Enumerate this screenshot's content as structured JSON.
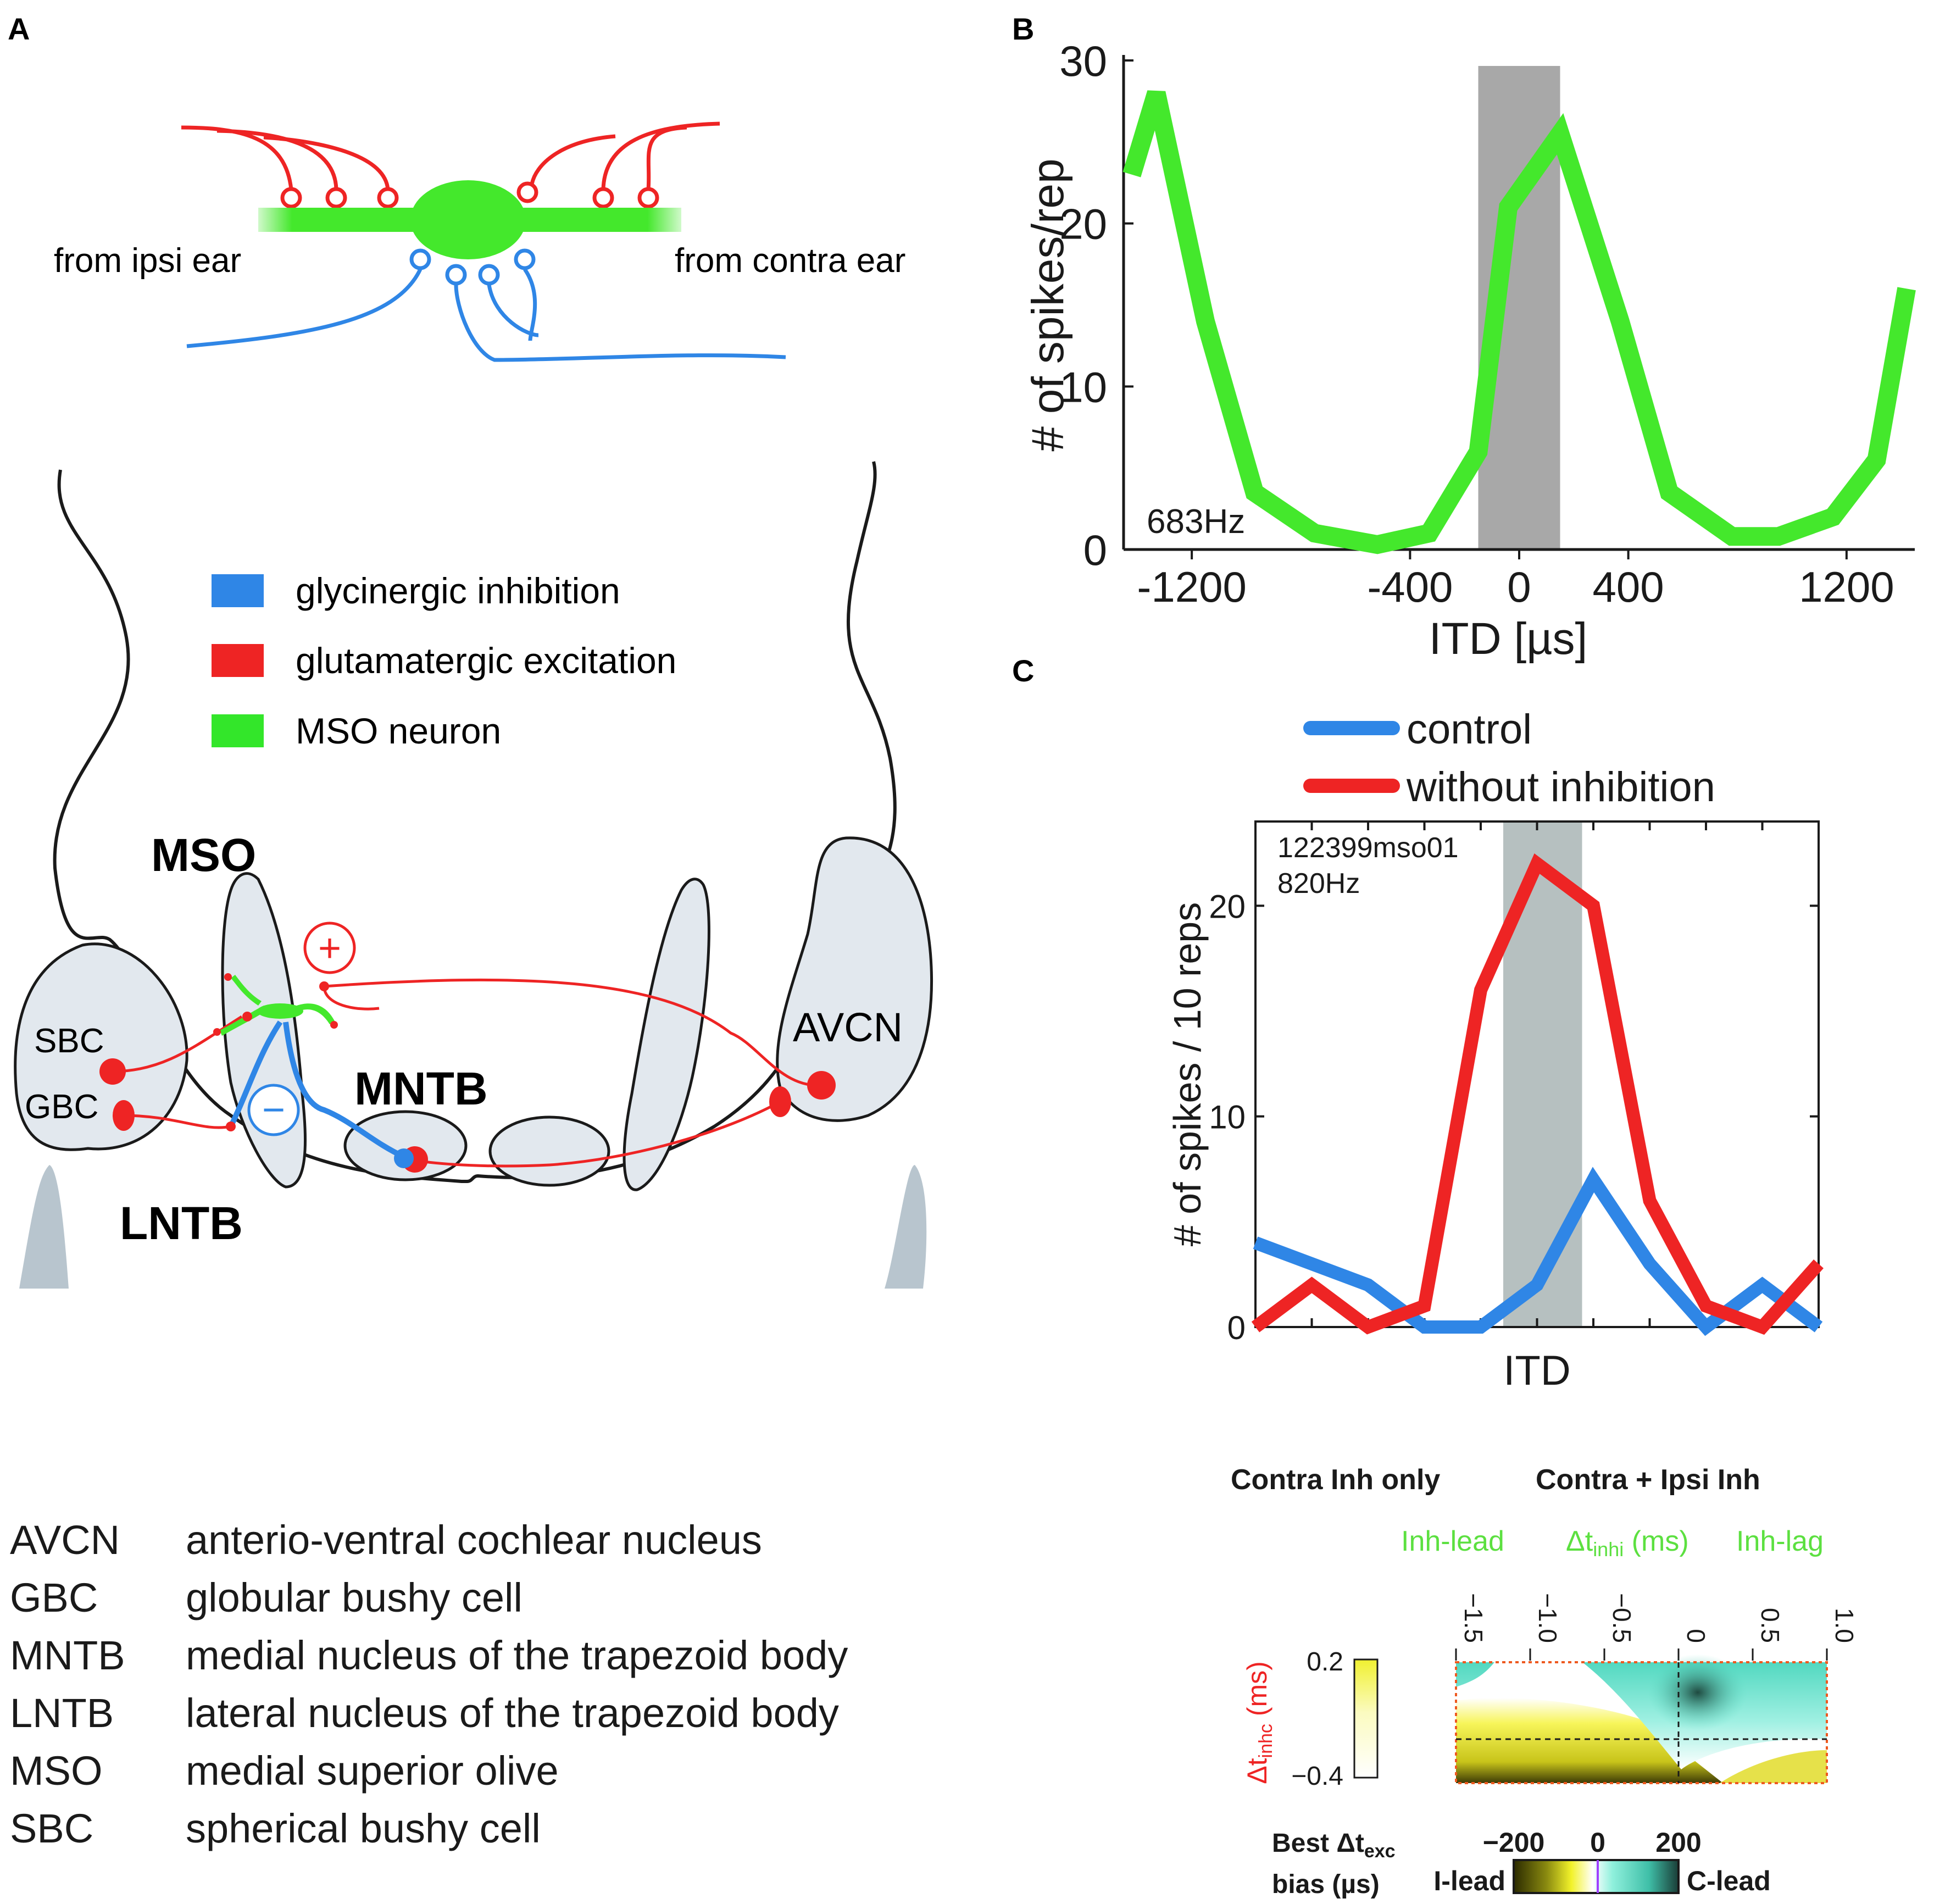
{
  "panels": {
    "a": {
      "label": "A"
    },
    "b": {
      "label": "B"
    },
    "c": {
      "label": "C"
    }
  },
  "panel_a": {
    "neuron_labels": {
      "ipsi": "from ipsi ear",
      "contra": "from contra ear"
    },
    "legend": [
      {
        "label": "glycinergic inhibition",
        "color": "#2f86e6"
      },
      {
        "label": "glutamatergic excitation",
        "color": "#ee2424"
      },
      {
        "label": "MSO neuron",
        "color": "#33e62a"
      }
    ],
    "regions": {
      "mso": "MSO",
      "mntb": "MNTB",
      "lntb": "LNTB",
      "avcn": "AVCN",
      "sbc": "SBC",
      "gbc": "GBC"
    },
    "signs": {
      "plus": "+",
      "minus": "−"
    },
    "abbreviations": [
      {
        "abbr": "AVCN",
        "full": "anterio-ventral cochlear nucleus"
      },
      {
        "abbr": "GBC",
        "full": "globular bushy cell"
      },
      {
        "abbr": "MNTB",
        "full": "medial nucleus of the trapezoid body"
      },
      {
        "abbr": "LNTB",
        "full": "lateral nucleus of the trapezoid body"
      },
      {
        "abbr": "MSO",
        "full": "medial superior olive"
      },
      {
        "abbr": "SBC",
        "full": "spherical bushy cell"
      }
    ]
  },
  "chart_data": [
    {
      "panel": "B",
      "type": "line",
      "ylabel": "# of spikes/rep",
      "xlabel": "ITD [µs]",
      "xlim": [
        -1450,
        1450
      ],
      "ylim": [
        0,
        30
      ],
      "xticks": [
        -1200,
        -400,
        0,
        400,
        1200
      ],
      "yticks": [
        0,
        10,
        20,
        30
      ],
      "annotation": "683Hz",
      "shaded_x": [
        -150,
        150
      ],
      "series": [
        {
          "color": "#44e82c",
          "x": [
            -1420,
            -1330,
            -1150,
            -970,
            -750,
            -520,
            -330,
            -150,
            -40,
            150,
            370,
            550,
            780,
            950,
            1150,
            1310,
            1420
          ],
          "y": [
            23,
            28,
            14,
            3.5,
            1,
            0.3,
            1,
            6,
            21,
            25.5,
            14,
            3.5,
            0.8,
            0.8,
            2,
            5.5,
            16
          ]
        }
      ]
    },
    {
      "panel": "C",
      "type": "line",
      "ylabel": "# of spikes / 10 reps",
      "xlabel": "ITD",
      "ylim": [
        0,
        24
      ],
      "yticks": [
        0,
        10,
        20
      ],
      "annotation": [
        "122399mso01",
        "820Hz"
      ],
      "shaded_index": [
        4.4,
        5.8
      ],
      "series": [
        {
          "name": "control",
          "color": "#2f86e6",
          "values": [
            4,
            3,
            2,
            0,
            0,
            2,
            7,
            3,
            0,
            2,
            0
          ]
        },
        {
          "name": "without inhibition",
          "color": "#ee2424",
          "values": [
            0,
            2,
            0,
            1,
            16,
            22,
            20,
            6,
            1,
            0,
            3
          ]
        }
      ]
    },
    {
      "panel": "C-inset",
      "type": "heatmap",
      "top_labels": {
        "left": "Contra Inh only",
        "right": "Contra + Ipsi Inh"
      },
      "x_header": {
        "left": "Inh-lead",
        "axis_main": "Δt",
        "axis_sub": "inhi",
        "axis_unit": " (ms)",
        "right": "Inh-lag"
      },
      "xticks": [
        "−1.5",
        "−1.0",
        "−0.5",
        "0",
        "0.5",
        "1.0"
      ],
      "xlim": [
        -1.5,
        1.0
      ],
      "y_axis": {
        "main": "Δt",
        "sub": "inhc",
        "unit": " (ms)"
      },
      "yticks": [
        "0.2",
        "−0.4"
      ],
      "ylim": [
        -0.4,
        0.2
      ],
      "colorbar": {
        "title_main": "Best Δt",
        "title_sub": "exc",
        "title_line2": "bias (µs)",
        "ticks": [
          "−200",
          "0",
          "200"
        ],
        "left_label": "I-lead",
        "right_label": "C-lead"
      },
      "colors": {
        "low": "#1a1a00",
        "mid": "#ffff66",
        "zero": "#ffffff",
        "high": "#55e0c8",
        "deep": "#1f5a4c"
      }
    }
  ]
}
